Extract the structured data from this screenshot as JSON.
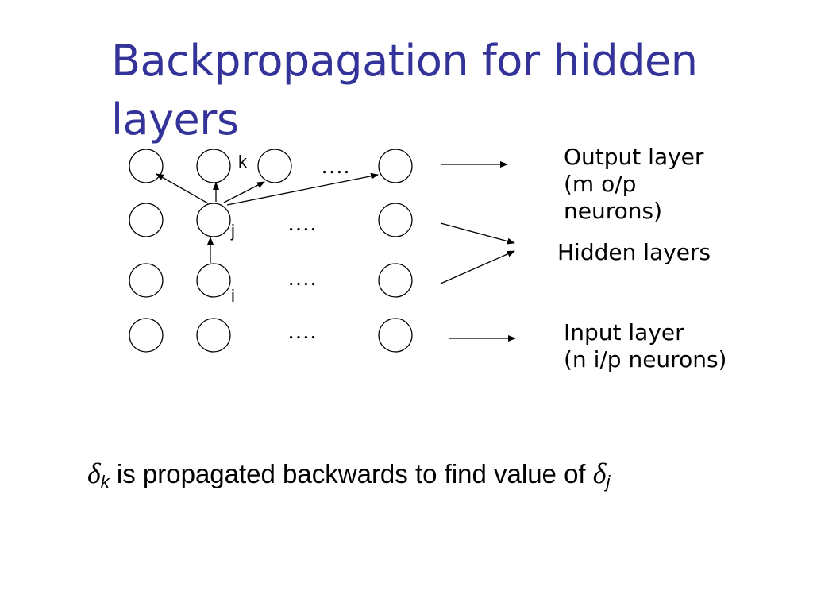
{
  "colors": {
    "title": "#333399",
    "ink": "#000000",
    "background": "#ffffff"
  },
  "slide": {
    "title_line1": "Backpropagation for hidden",
    "title_line2": "layers",
    "node_labels": {
      "k": "k",
      "j": "j",
      "i": "i"
    },
    "ellipsis": "….",
    "labels": {
      "output_line1": "Output layer",
      "output_line2": "(m o/p",
      "output_line3": "neurons)",
      "hidden": "Hidden layers",
      "input_line1": "Input layer",
      "input_line2": "(n i/p neurons)"
    },
    "caption": {
      "delta_symbol": "δ",
      "sub_k": "k",
      "text": " is propagated backwards to find value of ",
      "sub_j": "j"
    }
  }
}
